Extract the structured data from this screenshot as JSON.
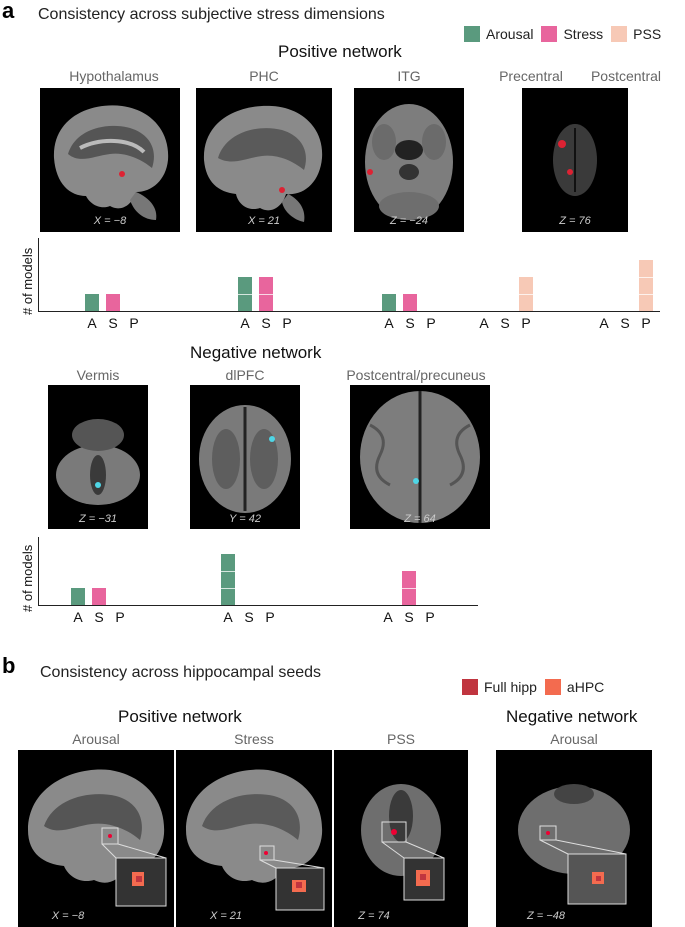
{
  "panel_a": {
    "letter": "a",
    "title": "Consistency across subjective stress dimensions",
    "legend": [
      {
        "label": "Arousal",
        "color": "#5a9a7e"
      },
      {
        "label": "Stress",
        "color": "#e8659d"
      },
      {
        "label": "PSS",
        "color": "#f7c9b6"
      }
    ],
    "positive": {
      "title": "Positive network",
      "regions": [
        "Hypothalamus",
        "PHC",
        "ITG",
        "Precentral",
        "Postcentral"
      ],
      "coords": [
        "X = −8",
        "X = 21",
        "Z = −24",
        "Z = 76"
      ],
      "ylabel": "# of models",
      "ticks": [
        "A",
        "S",
        "P"
      ],
      "counts": [
        [
          1,
          1,
          0
        ],
        [
          2,
          2,
          0
        ],
        [
          1,
          1,
          0
        ],
        [
          0,
          0,
          2
        ],
        [
          0,
          0,
          3
        ]
      ]
    },
    "negative": {
      "title": "Negative network",
      "regions": [
        "Vermis",
        "dlPFC",
        "Postcentral/precuneus"
      ],
      "coords": [
        "Z = −31",
        "Y = 42",
        "Z = 64"
      ],
      "ylabel": "# of models",
      "ticks": [
        "A",
        "S",
        "P"
      ],
      "counts": [
        [
          1,
          1,
          0
        ],
        [
          3,
          0,
          0
        ],
        [
          0,
          2,
          0
        ]
      ]
    }
  },
  "panel_b": {
    "letter": "b",
    "title": "Consistency across hippocampal seeds",
    "legend": [
      {
        "label": "Full hipp",
        "color": "#c0353f"
      },
      {
        "label": "aHPC",
        "color": "#f36b4f"
      }
    ],
    "positive_title": "Positive network",
    "negative_title": "Negative network",
    "images": [
      {
        "label": "Arousal",
        "coord": "X = −8"
      },
      {
        "label": "Stress",
        "coord": "X = 21"
      },
      {
        "label": "PSS",
        "coord": "Z = 74"
      },
      {
        "label": "Arousal",
        "coord": "Z = −48"
      }
    ]
  }
}
